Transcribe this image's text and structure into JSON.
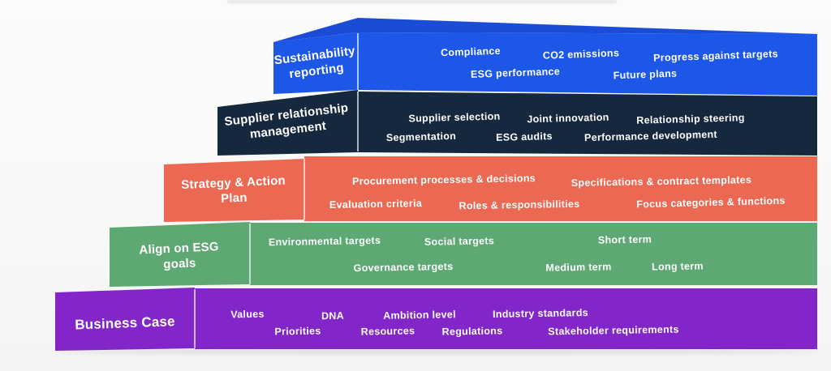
{
  "diagram": {
    "title_hint": "ESG procurement maturity pyramid",
    "background_color": "#f8f8f7",
    "text_color": "#ffffff",
    "layers": [
      {
        "name": "sustainability-reporting",
        "label": "Sustainability\nreporting",
        "color": "#1d57e8",
        "items": [
          "Compliance",
          "CO2 emissions",
          "Progress against targets",
          "ESG performance",
          "Future plans"
        ]
      },
      {
        "name": "supplier-relationship-management",
        "label": "Supplier relationship\nmanagement",
        "color": "#16283e",
        "items": [
          "Supplier selection",
          "Joint innovation",
          "Relationship steering",
          "Segmentation",
          "ESG audits",
          "Performance development"
        ]
      },
      {
        "name": "strategy-action-plan",
        "label": "Strategy & Action\nPlan",
        "color": "#eb6852",
        "items": [
          "Procurement processes & decisions",
          "Specifications & contract templates",
          "Evaluation criteria",
          "Roles & responsibilities",
          "Focus categories & functions"
        ]
      },
      {
        "name": "align-on-esg-goals",
        "label": "Align on ESG\ngoals",
        "color": "#5ea873",
        "items": [
          "Environmental targets",
          "Social targets",
          "Short term",
          "Governance targets",
          "Medium term",
          "Long term"
        ]
      },
      {
        "name": "business-case",
        "label": "Business Case",
        "color": "#8326c9",
        "items": [
          "Values",
          "DNA",
          "Ambition level",
          "Industry standards",
          "Priorities",
          "Resources",
          "Regulations",
          "Stakeholder requirements"
        ]
      }
    ]
  }
}
